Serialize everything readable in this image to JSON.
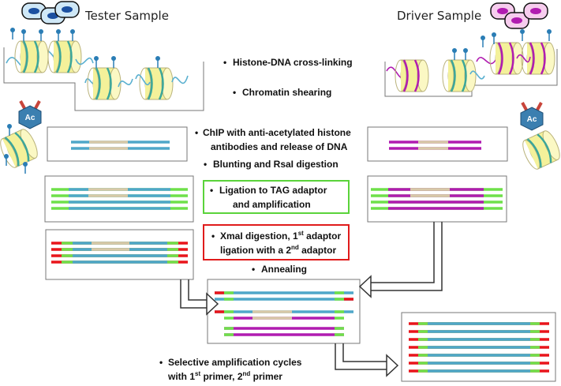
{
  "titles": {
    "tester": "Tester Sample",
    "driver": "Driver Sample"
  },
  "steps": {
    "crosslinking": "Histone-DNA cross-linking",
    "shearing": "Chromatin shearing",
    "chip_line1": "ChIP with anti-acetylated histone",
    "chip_line2": "antibodies and release of DNA",
    "blunting": "Blunting and RsaI digestion",
    "ligation_line1": "Ligation to TAG adaptor",
    "ligation_line2": "and amplification",
    "xmal_part1": "XmaI digestion, 1",
    "xmal_sup1": "st",
    "xmal_part2": " adaptor",
    "xmal_line2a": "ligation with a 2",
    "xmal_sup2": "nd",
    "xmal_line2b": " adaptor",
    "annealing": "Annealing",
    "selective_line1": "Selective amplification cycles",
    "selective_line2a": "with 1",
    "selective_sup1": "st",
    "selective_line2b": " primer, 2",
    "selective_sup2": "nd",
    "selective_line2c": " primer"
  },
  "antibody_label": "Ac",
  "colors": {
    "tester_dna": "#4fa7c9",
    "driver_dna": "#b01cb0",
    "insert": "#d8c9a8",
    "adaptor_green": "#6fe04a",
    "adaptor_red": "#e8151b",
    "nucleosome": "#f4f19a",
    "ligation_box": "#5ad33a",
    "xmal_box": "#e01b1b",
    "antibody_blue": "#3b7fb0",
    "antibody_red": "#c8453b"
  },
  "bullet": "•"
}
